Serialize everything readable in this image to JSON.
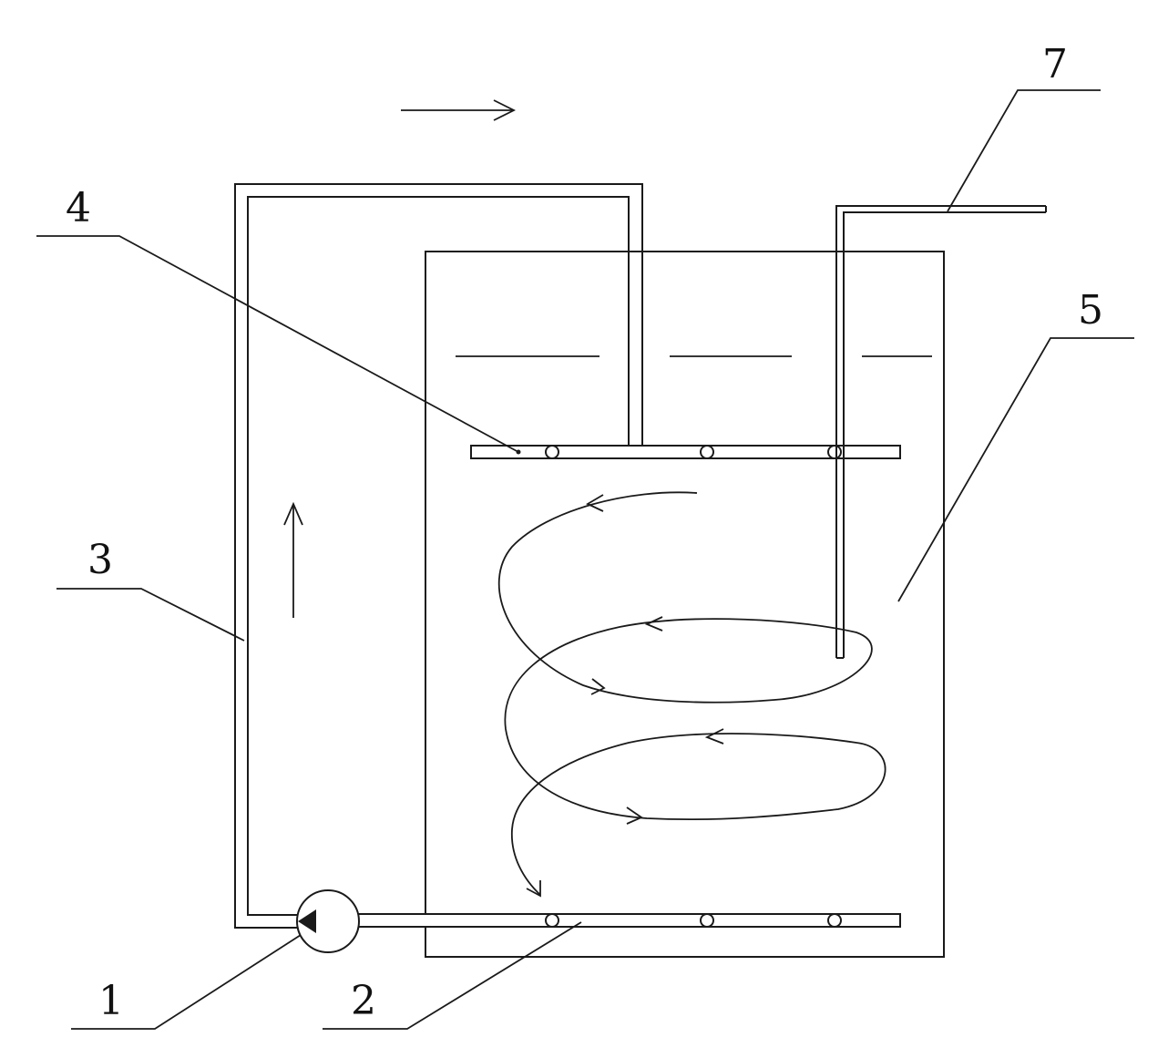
{
  "labels": {
    "pump": "1",
    "bottom_pipe": "2",
    "return_pipe": "3",
    "top_pipe": "4",
    "tank": "5",
    "outlet_pipe": "7"
  },
  "colors": {
    "line": "#1a1a1a",
    "background": "#ffffff"
  }
}
